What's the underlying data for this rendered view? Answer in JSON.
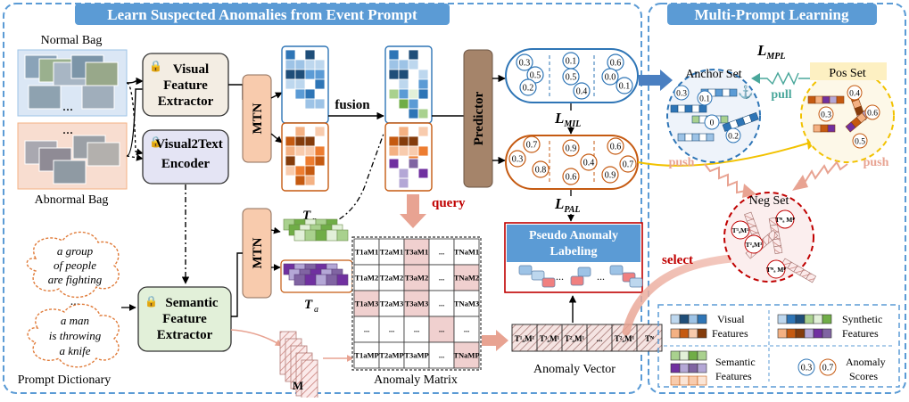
{
  "sections": {
    "left_title": "Learn Suspected Anomalies from Event Prompt",
    "right_title": "Multi-Prompt Learning"
  },
  "bags": {
    "normal_label": "Normal  Bag",
    "abnormal_label": "Abnormal Bag",
    "ellipsis": "..."
  },
  "modules": {
    "visual_extractor": [
      "Visual",
      "Feature",
      "Extractor"
    ],
    "visual2text_encoder": [
      "Visual2Text",
      "Encoder"
    ],
    "semantic_extractor": [
      "Semantic",
      "Feature",
      "Extractor"
    ],
    "mtn_top": "MTN",
    "mtn_bottom": "MTN",
    "predictor": "Predictor",
    "pseudo_labeling": [
      "Pseudo Anomaly",
      "Labeling"
    ]
  },
  "labels": {
    "fusion": "fusion",
    "query": "query",
    "select": "select",
    "pull": "pull",
    "push_left": "push",
    "push_right": "push",
    "t_n": "T",
    "t_n_sub": "n",
    "t_a": "T",
    "t_a_sub": "a",
    "m_label": "M",
    "anomaly_matrix": "Anomaly Matrix",
    "anomaly_vector": "Anomaly Vector",
    "prompt_dictionary": "Prompt Dictionary"
  },
  "losses": {
    "mil": {
      "main": "L",
      "sub": "MIL"
    },
    "pal": {
      "main": "L",
      "sub": "PAL"
    },
    "mpl": {
      "main": "L",
      "sub": "MPL"
    }
  },
  "prompts": [
    [
      "a group",
      "of people",
      "are fighting"
    ],
    [
      "a man",
      "is throwing",
      "a knife"
    ]
  ],
  "normal_scores": [
    "0.3",
    "0.5",
    "0.2",
    "0.1",
    "0.5",
    "0.4",
    "0.6",
    "0.0",
    "0.1"
  ],
  "abnormal_scores": [
    "0.7",
    "0.3",
    "0.8",
    "0.9",
    "0.4",
    "0.6",
    "0.6",
    "0.7",
    "0.9"
  ],
  "matrix": {
    "rows": [
      [
        "T1aM1",
        "T2aM1",
        "T3aM1",
        "...",
        "TNaM1"
      ],
      [
        "T1aM2",
        "T2aM2",
        "T3aM2",
        "...",
        "TNaM2"
      ],
      [
        "T1aM3",
        "T2aM3",
        "T3aM3",
        "...",
        "TNaM3"
      ],
      [
        "...",
        "...",
        "...",
        "...",
        "..."
      ],
      [
        "T1aMP",
        "T2aMP",
        "T3aMP",
        "...",
        "TNaMP"
      ]
    ]
  },
  "anomaly_vector": [
    "T¹ₐM¹",
    "T³ₐM¹",
    "T²ₐM¹",
    "...",
    "T²ₐM¹",
    "Tᴺ"
  ],
  "sets": {
    "anchor": {
      "title": "Anchor Set",
      "scores": [
        "0.3",
        "0.1",
        "0",
        "0.2"
      ]
    },
    "pos": {
      "title": "Pos Set",
      "scores": [
        "0.4",
        "0.3",
        "0.6",
        "0.5"
      ]
    },
    "neg": {
      "title": "Neg Set",
      "tokens": [
        "T³ₐM¹",
        "Tᴺₐ Mᴾ",
        "T²ₐM³",
        "Tᴺₐ Mᴾ"
      ]
    }
  },
  "legend": {
    "visual": [
      "Visual",
      "Features"
    ],
    "synthetic": [
      "Synthetic",
      "Features"
    ],
    "semantic": [
      "Semantic",
      "Features"
    ],
    "scores": [
      "Anomaly",
      "Scores"
    ],
    "score_examples": [
      "0.3",
      "0.7"
    ]
  },
  "colors": {
    "section_border": "#5b9bd5",
    "title_bg": "#5b9bd5",
    "normal_bg": "#dbe7f5",
    "abnormal_bg": "#f8ddd0",
    "visual_box": "#f3ede3",
    "v2t_box": "#e4e4f4",
    "semantic_box": "#e2f0d9",
    "mtn_box": "#f8cbad",
    "predictor": "#a5846a",
    "normal_pill": "#2e75b6",
    "abnormal_pill": "#c55a11",
    "pseudo_box": "#5b9bd5",
    "pull": "#4aa79b",
    "push": "#e8a392",
    "anchor_set": "#2e75b6",
    "pos_set": "#f2c200",
    "neg_set": "#c00000",
    "query": "#c00000"
  }
}
